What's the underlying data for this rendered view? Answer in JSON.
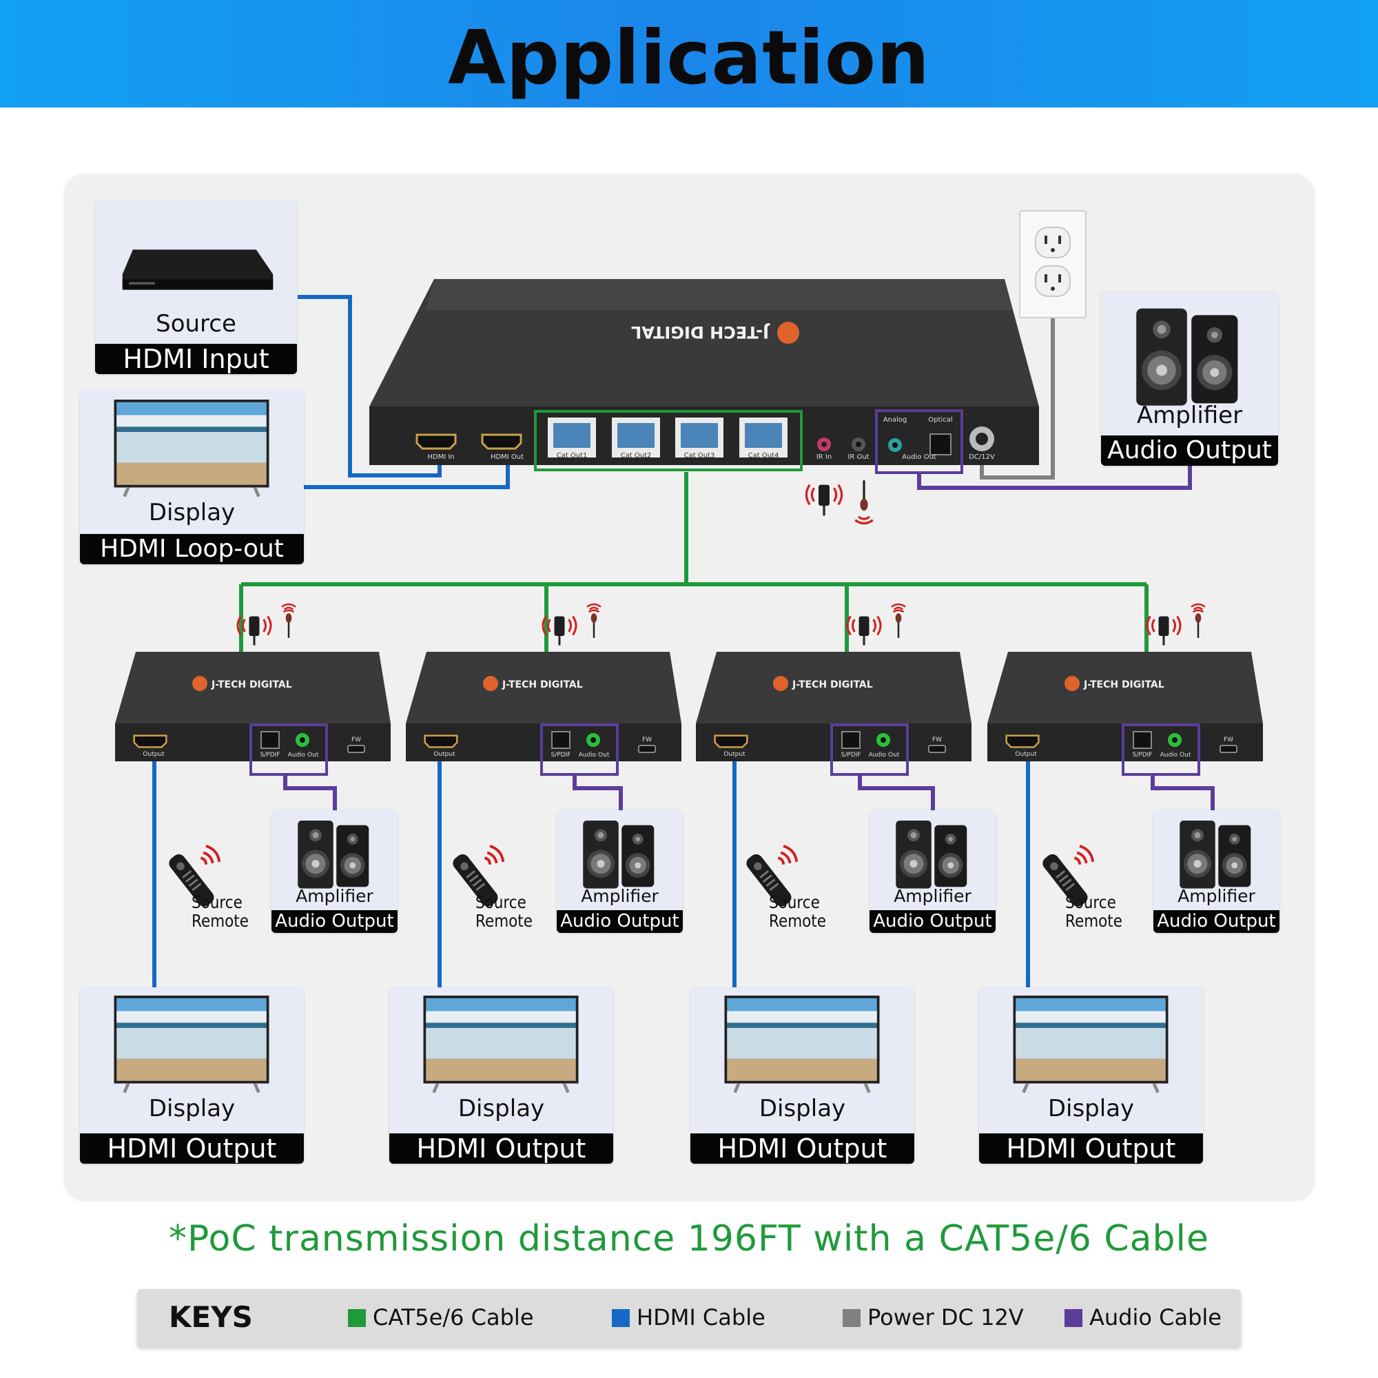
{
  "title": "Application",
  "colors": {
    "cat_cable": "#1f9a3a",
    "hdmi_cable": "#1569c4",
    "power_cable": "#808080",
    "audio_cable": "#5b3d9a",
    "header": "#1891ef",
    "poc_text": "#1f9a3a"
  },
  "source_card": {
    "title": "Source",
    "label": "HDMI Input"
  },
  "loop_card": {
    "title": "Display",
    "label": "HDMI Loop-out"
  },
  "amp_card": {
    "title": "Amplifier",
    "label": "Audio Output"
  },
  "transmitter": {
    "brand": "J-TECH DIGITAL",
    "ports": [
      "HDMI In",
      "HDMI Out",
      "Cat Out1",
      "Cat Out2",
      "Cat Out3",
      "Cat Out4",
      "IR In",
      "IR Out",
      "Analog",
      "Optical",
      "Audio Out",
      "DC/12V"
    ]
  },
  "receivers": [
    {
      "brand": "J-TECH DIGITAL",
      "ports": [
        "Output",
        "S/PDIF",
        "Audio Out",
        "FW"
      ]
    },
    {
      "brand": "J-TECH DIGITAL",
      "ports": [
        "Output",
        "S/PDIF",
        "Audio Out",
        "FW"
      ]
    },
    {
      "brand": "J-TECH DIGITAL",
      "ports": [
        "Output",
        "S/PDIF",
        "Audio Out",
        "FW"
      ]
    },
    {
      "brand": "J-TECH DIGITAL",
      "ports": [
        "Output",
        "S/PDIF",
        "Audio Out",
        "FW"
      ]
    }
  ],
  "remotes": [
    {
      "line1": "Source",
      "line2": "Remote"
    },
    {
      "line1": "Source",
      "line2": "Remote"
    },
    {
      "line1": "Source",
      "line2": "Remote"
    },
    {
      "line1": "Source",
      "line2": "Remote"
    }
  ],
  "amp_outputs": [
    {
      "title": "Amplifier",
      "label": "Audio Output"
    },
    {
      "title": "Amplifier",
      "label": "Audio Output"
    },
    {
      "title": "Amplifier",
      "label": "Audio Output"
    },
    {
      "title": "Amplifier",
      "label": "Audio Output"
    }
  ],
  "displays": [
    {
      "title": "Display",
      "label": "HDMI Output"
    },
    {
      "title": "Display",
      "label": "HDMI Output"
    },
    {
      "title": "Display",
      "label": "HDMI Output"
    },
    {
      "title": "Display",
      "label": "HDMI Output"
    }
  ],
  "poc_note": "*PoC transmission distance 196FT with a CAT5e/6 Cable",
  "keys": {
    "title": "KEYS",
    "items": [
      {
        "label": "CAT5e/6 Cable",
        "color": "#1f9a3a"
      },
      {
        "label": "HDMI Cable",
        "color": "#1569c4"
      },
      {
        "label": "Power DC 12V",
        "color": "#808080"
      },
      {
        "label": "Audio Cable",
        "color": "#5b3d9a"
      }
    ]
  }
}
